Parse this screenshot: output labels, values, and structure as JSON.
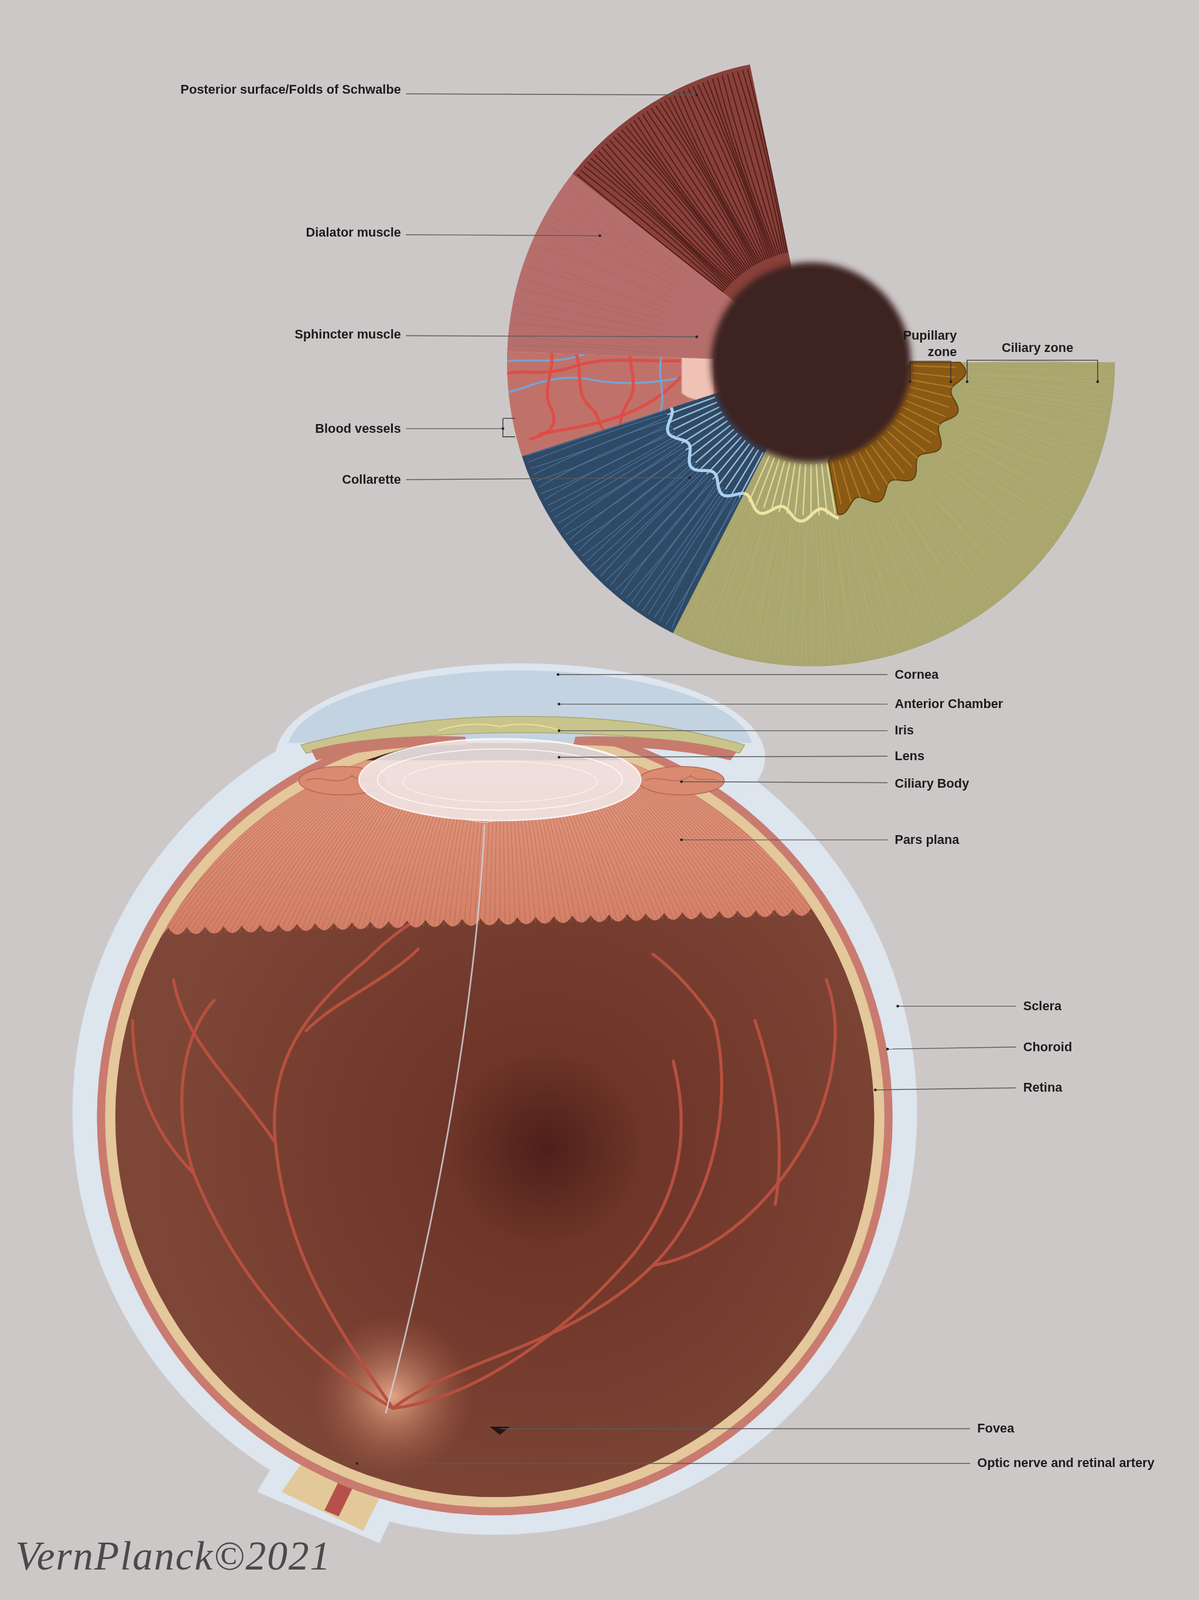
{
  "diagram": {
    "labels": [
      "Posterior surface/Folds of Schwalbe",
      "Dialator muscle",
      "Sphincter muscle",
      "Blood vessels",
      "Collarette",
      "Pupillary zone",
      "Ciliary zone",
      "Cornea",
      "Anterior Chamber",
      "Iris",
      "Lens",
      "Ciliary Body",
      "Pars plana",
      "Sclera",
      "Choroid",
      "Retina",
      "Fovea",
      "Optic nerve and retinal artery",
      "VernPlanck©2021"
    ]
  }
}
